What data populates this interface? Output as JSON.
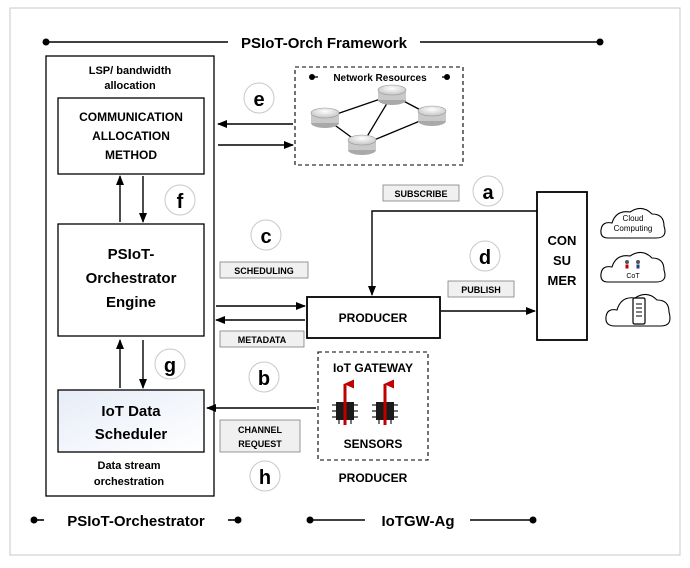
{
  "framework": {
    "title": "PSIoT-Orch Framework"
  },
  "left": {
    "lsp_label": [
      "LSP/ bandwidth",
      "allocation"
    ],
    "comm_box": [
      "COMMUNICATION",
      "ALLOCATION",
      "METHOD"
    ],
    "engine_box": [
      "PSIoT-",
      "Orchestrator",
      "Engine"
    ],
    "scheduler_box": [
      "IoT Data",
      "Scheduler"
    ],
    "stream_label": [
      "Data stream",
      "orchestration"
    ],
    "bottom_title": "PSIoT-Orchestrator"
  },
  "network": {
    "title": "Network Resources"
  },
  "labels": {
    "e": "e",
    "f": "f",
    "c": "c",
    "g": "g",
    "b": "b",
    "h": "h",
    "a": "a",
    "d": "d",
    "subscribe": "SUBSCRIBE",
    "scheduling": "SCHEDULING",
    "metadata": "METADATA",
    "publish": "PUBLISH",
    "channel_request": [
      "CHANNEL",
      "REQUEST"
    ]
  },
  "producer": {
    "box": "PRODUCER",
    "bottom": "PRODUCER"
  },
  "consumer": {
    "lines": [
      "CON",
      "SU",
      "MER"
    ]
  },
  "gateway": {
    "title": "IoT GATEWAY",
    "sensors": "SENSORS",
    "bottom_title": "IoTGW-Ag"
  },
  "clouds": {
    "cloud1": [
      "Cloud",
      "Computing"
    ],
    "cloud2": "CoT"
  }
}
